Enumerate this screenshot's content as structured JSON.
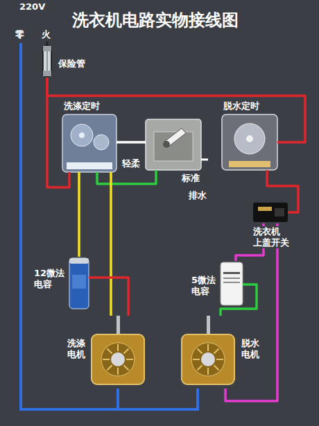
{
  "diagram": {
    "title": "洗衣机电路实物接线图",
    "nodes": [
      {
        "text": [
          "保险管"
        ]
      },
      {
        "text": [
          "洗涤定时"
        ]
      },
      {
        "text": [
          "标准"
        ]
      },
      {
        "text": [
          "脱水定时"
        ]
      },
      {
        "text": [
          "洗衣机 上盖开关"
        ]
      },
      {
        "text": [
          "12微法 电容"
        ]
      },
      {
        "text": [
          "5微法 电容"
        ]
      },
      {
        "text": [
          "洗涤 电机"
        ]
      },
      {
        "text": [
          "脱水 电机"
        ]
      }
    ],
    "edges": [
      {
        "from": 0,
        "to": 1,
        "arrow": "none"
      },
      {
        "from": 0,
        "to": 3,
        "arrow": "none"
      },
      {
        "from": 1,
        "to": 2,
        "arrow": "none"
      },
      {
        "from": 1,
        "to": 2,
        "arrow": "none"
      },
      {
        "from": 1,
        "to": 7,
        "arrow": "none"
      },
      {
        "from": 1,
        "to": 5,
        "arrow": "none"
      },
      {
        "from": 5,
        "to": 7,
        "arrow": "none"
      },
      {
        "from": 3,
        "to": 4,
        "arrow": "none"
      },
      {
        "from": 4,
        "to": 8,
        "arrow": "none"
      },
      {
        "from": 4,
        "to": 6,
        "arrow": "none"
      },
      {
        "from": 6,
        "to": 8,
        "arrow": "none"
      }
    ],
    "labels": [
      "220V",
      "零",
      "火",
      "轻柔",
      "排水"
    ]
  }
}
